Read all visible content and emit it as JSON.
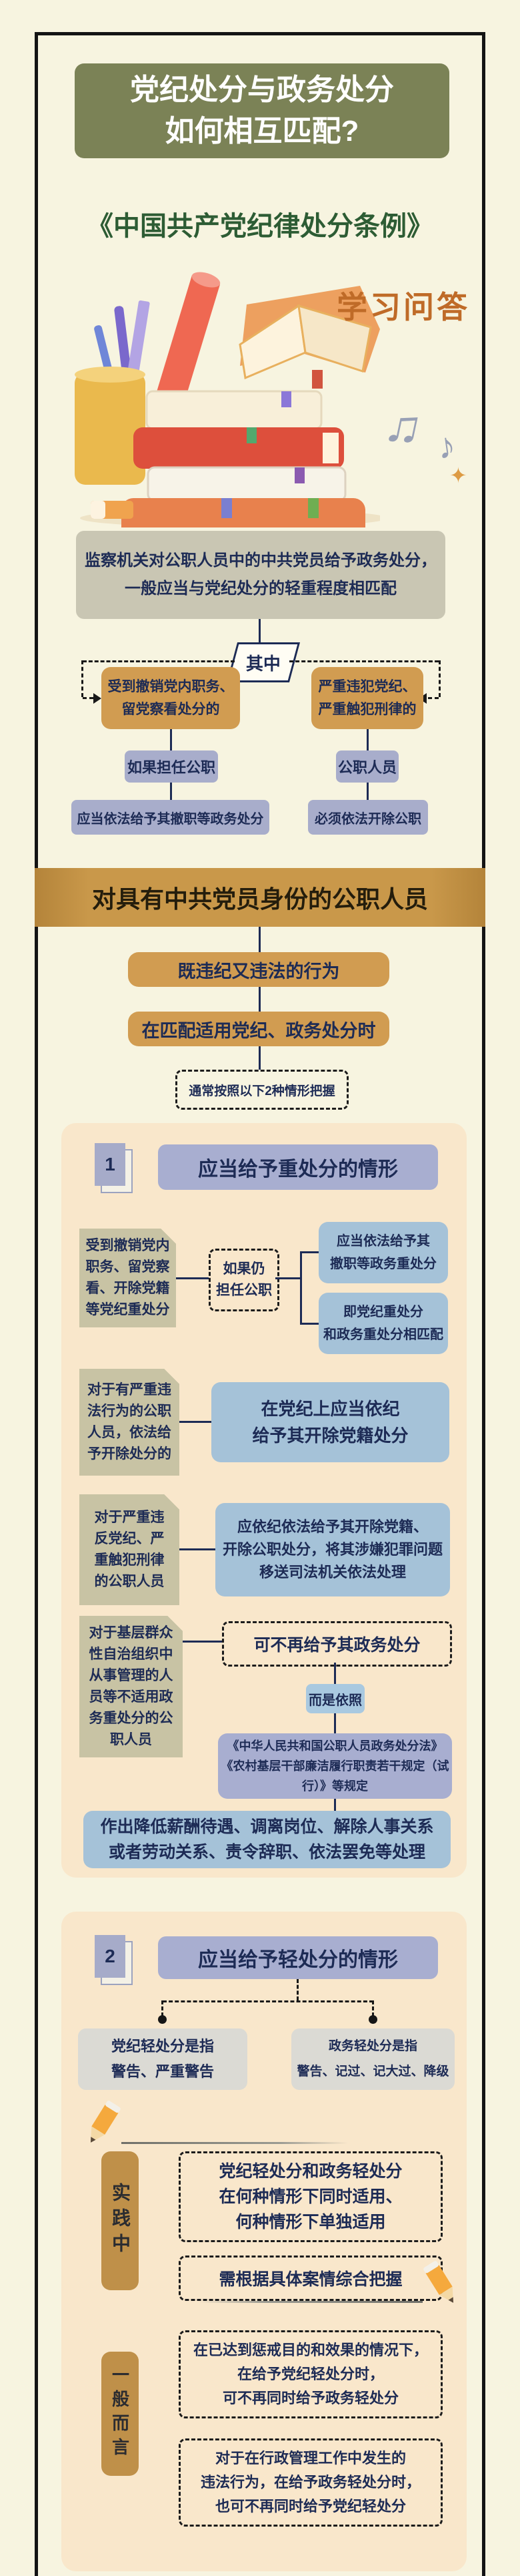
{
  "header": {
    "title_line1": "党纪处分与政务处分",
    "title_line2": "如何相互匹配?",
    "subtitle": "《中国共产党纪律处分条例》",
    "badge": "学习问答"
  },
  "icons": {
    "illustration": "books-stack-illustration",
    "notes": "music-notes-icon",
    "divider": "pencil-icon"
  },
  "intro": {
    "summary": "监察机关对公职人员中的中共党员给予政务处分，\n一般应当与党纪处分的轻重程度相匹配",
    "connector": "其中",
    "left": {
      "condition": "受到撤销党内职务、\n留党察看处分的",
      "middle": "如果担任公职",
      "result": "应当依法给予其撤职等政务处分"
    },
    "right": {
      "condition": "严重违犯党纪、\n严重触犯刑律的",
      "middle": "公职人员",
      "result": "必须依法开除公职"
    }
  },
  "banner": {
    "text": "对具有中共党员身份的公职人员"
  },
  "flow": {
    "step1": "既违纪又违法的行为",
    "step2": "在匹配适用党纪、政务处分时",
    "step3": "通常按照以下2种情形把握"
  },
  "section1": {
    "number": "1",
    "title": "应当给予重处分的情形",
    "row1": {
      "source": "受到撤销党内\n职务、留党察\n看、开除党籍\n等党纪重处分",
      "middle": "如果仍\n担任公职",
      "result1": "应当依法给予其\n撤职等政务重处分",
      "result2": "即党纪重处分\n和政务重处分相匹配"
    },
    "row2": {
      "source": "对于有严重违\n法行为的公职\n人员，依法给\n予开除处分的",
      "result": "在党纪上应当依纪\n给予其开除党籍处分"
    },
    "row3": {
      "source": "对于严重违\n反党纪、严\n重触犯刑律\n的公职人员",
      "result": "应依纪依法给予其开除党籍、\n开除公职处分，将其涉嫌犯罪问题\n移送司法机关依法处理"
    },
    "row4": {
      "source": "对于基层群众\n性自治组织中\n从事管理的人\n员等不适用政\n务重处分的公\n职人员",
      "note": "可不再给予其政务处分",
      "link": "而是依照",
      "laws": "《中华人民共和国公职人员政务处分法》\n《农村基层干部廉洁履行职责若干规定（试\n行）》等规定",
      "outcome": "作出降低薪酬待遇、调离岗位、解除人事关系\n或者劳动关系、责令辞职、依法罢免等处理"
    }
  },
  "section2": {
    "number": "2",
    "title": "应当给予轻处分的情形",
    "left_def": "党纪轻处分是指\n警告、严重警告",
    "right_def": "政务轻处分是指\n警告、记过、记大过、降级",
    "practice": {
      "label": "实践中",
      "item1": "党纪轻处分和政务轻处分\n在何种情形下同时适用、\n何种情形下单独适用",
      "item2": "需根据具体案情综合把握"
    },
    "general": {
      "label": "一般而言",
      "item1": "在已达到惩戒目的和效果的情况下，\n在给予党纪轻处分时，\n可不再同时给予政务轻处分",
      "item2": "对于在行政管理工作中发生的\n违法行为，在给予政务轻处分时，\n也可不再同时给予党纪轻处分"
    }
  },
  "colors": {
    "navy_text": "#1d2b55",
    "gold_box": "#d19c51",
    "lavender_box": "#a8adcb",
    "blue_box": "#a5c2d8",
    "khaki_box": "#c8c3a4",
    "sage_box": "#c9c6b3",
    "panel_bg": "#f9e7cb",
    "banner_gold": "#c9984a",
    "title_green": "#7b8256",
    "tab_gold": "#bf9049"
  }
}
